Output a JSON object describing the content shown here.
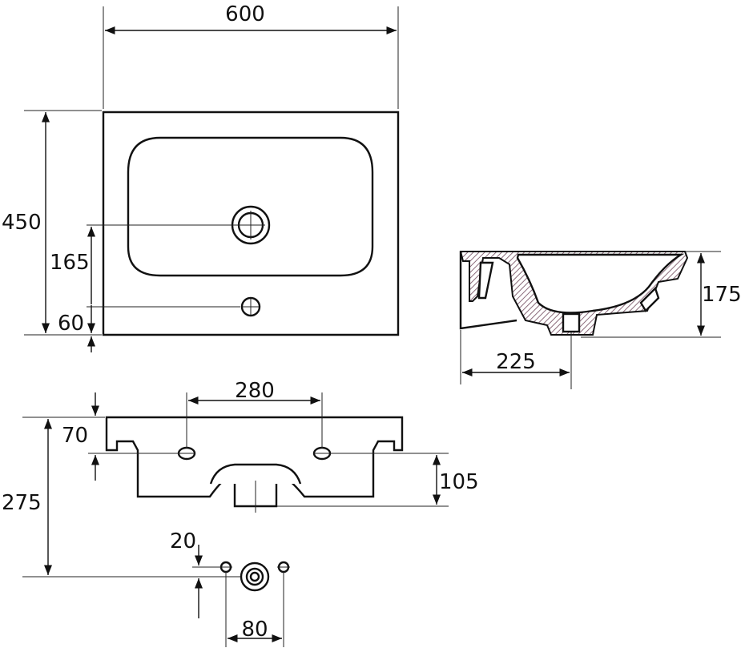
{
  "dimensions": {
    "width_top": "600",
    "depth_total": "450",
    "drain_from_front": "165",
    "tap_hole_from_front": "60",
    "section_height": "175",
    "section_drain_offset": "225",
    "bracket_spacing": "280",
    "rim_height": "70",
    "siphon_height": "105",
    "total_height": "275",
    "outlet_offset": "20",
    "fixing_spacing": "80"
  },
  "colors": {
    "line": "#111111",
    "hatch": "#8a6a7a"
  }
}
